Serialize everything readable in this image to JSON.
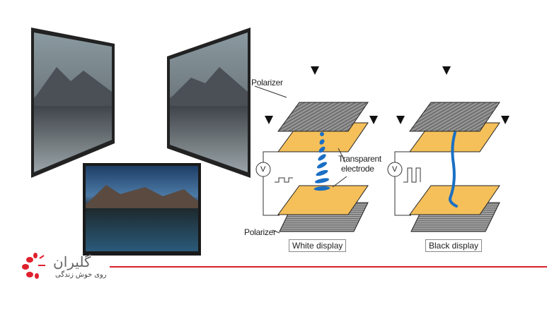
{
  "diagram": {
    "labels": {
      "polarizer_top": "Polarizer",
      "polarizer_bottom": "Polarizer",
      "electrode_line1": "Transparent",
      "electrode_line2": "electrode",
      "voltage_symbol": "V"
    },
    "panels": [
      {
        "caption": "White display"
      },
      {
        "caption": "Black display"
      }
    ]
  },
  "brand": {
    "name": "گلیران",
    "tagline": "روی خوش زندگی",
    "color": "#e0202e"
  },
  "colors": {
    "electrode": "#f5c05a",
    "polarizer": "#8a8a8a",
    "crystal": "#1a6fc4",
    "accent_line": "#d8202c"
  }
}
